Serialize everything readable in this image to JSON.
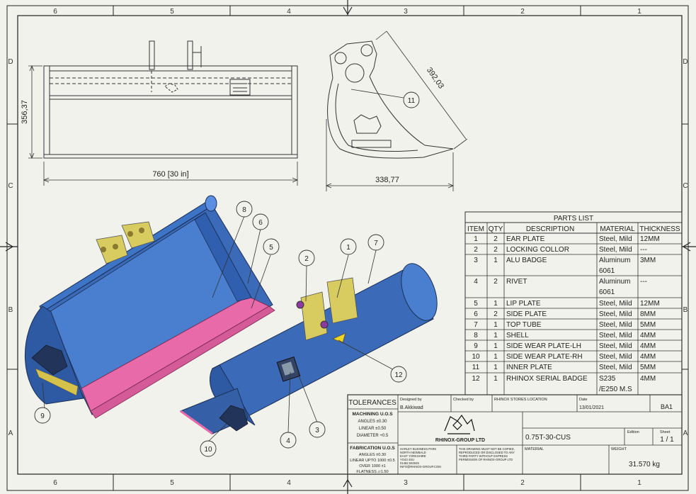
{
  "zones": {
    "cols": [
      "6",
      "5",
      "4",
      "3",
      "2",
      "1"
    ],
    "rows": [
      "D",
      "C",
      "B",
      "A"
    ]
  },
  "dimensions": {
    "height": "356,37",
    "width": "760 [30 in]",
    "radius": "392,03",
    "depth": "338,77"
  },
  "balloons": [
    "1",
    "2",
    "3",
    "4",
    "5",
    "6",
    "7",
    "8",
    "9",
    "10",
    "11",
    "12"
  ],
  "parts_list": {
    "title": "PARTS LIST",
    "headers": [
      "ITEM",
      "QTY",
      "DESCRIPTION",
      "MATERIAL",
      "THICKNESS"
    ],
    "rows": [
      {
        "item": "1",
        "qty": "2",
        "desc": "EAR PLATE",
        "mat": "Steel, Mild",
        "mat2": "",
        "thk": "12MM"
      },
      {
        "item": "2",
        "qty": "2",
        "desc": "LOCKING COLLOR",
        "mat": "Steel, Mild",
        "mat2": "",
        "thk": "---"
      },
      {
        "item": "3",
        "qty": "1",
        "desc": "ALU BADGE",
        "mat": "Aluminum",
        "mat2": "6061",
        "thk": "3MM"
      },
      {
        "item": "4",
        "qty": "2",
        "desc": "RIVET",
        "mat": "Aluminum",
        "mat2": "6061",
        "thk": "---"
      },
      {
        "item": "5",
        "qty": "1",
        "desc": "LIP PLATE",
        "mat": "Steel, Mild",
        "mat2": "",
        "thk": "12MM"
      },
      {
        "item": "6",
        "qty": "2",
        "desc": "SIDE PLATE",
        "mat": "Steel, Mild",
        "mat2": "",
        "thk": "8MM"
      },
      {
        "item": "7",
        "qty": "1",
        "desc": "TOP TUBE",
        "mat": "Steel, Mild",
        "mat2": "",
        "thk": "5MM"
      },
      {
        "item": "8",
        "qty": "1",
        "desc": "SHELL",
        "mat": "Steel, Mild",
        "mat2": "",
        "thk": "4MM"
      },
      {
        "item": "9",
        "qty": "1",
        "desc": "SIDE WEAR PLATE-LH",
        "mat": "Steel, Mild",
        "mat2": "",
        "thk": "4MM"
      },
      {
        "item": "10",
        "qty": "1",
        "desc": "SIDE WEAR PLATE-RH",
        "mat": "Steel, Mild",
        "mat2": "",
        "thk": "4MM"
      },
      {
        "item": "11",
        "qty": "1",
        "desc": "INNER PLATE",
        "mat": "Steel, Mild",
        "mat2": "",
        "thk": "5MM"
      },
      {
        "item": "12",
        "qty": "1",
        "desc": "RHINOX SERIAL BADGE",
        "mat": "S235",
        "mat2": "/E250 M.S",
        "thk": "4MM"
      }
    ]
  },
  "title_block": {
    "tolerances": "TOLERANCES",
    "machining_title": "MACHINING U.O.S",
    "machining_lines": [
      "ANGLES ±0.30",
      "LINEAR ±0.50",
      "DIAMETER +0.5"
    ],
    "fabrication_title": "FABRICATION U.O.S",
    "fabrication_lines": [
      "ANGLES ±0.30",
      "LINEAR UPTO 1000 ±0.5",
      "OVER 1000 ±1",
      "FLATNESS ⏥1.50"
    ],
    "designed_by_label": "Designed by",
    "designed_by": "B.Akkiwad",
    "checked_by_label": "Checked by",
    "location": "RHINOX STORES LOCATION",
    "date_label": "Date",
    "date": "13/01/2021",
    "sheet_size": "BA1",
    "company": "RHINOX-GROUP LTD",
    "address_lines": [
      "HARLEY BUSINESS PARK",
      "NORTH NEWBALD",
      "EAST YORKSHIRE",
      "YO43 4SU",
      "01482 840045",
      "INFO@RHINOX-GROUP.COM"
    ],
    "notice_lines": [
      "THIS DRAWING MUST NOT BE COPIED,",
      "REPRODUCED OR DISCLOSED TO ANY",
      "THIRD PARTY WITHOUT EXPRESS",
      "PERMISSION OF RHINOX-GROUP LTD"
    ],
    "part_number": "0.75T-30-CUS",
    "edition_label": "Edition",
    "edition": "",
    "sheet_label": "Sheet",
    "sheet": "1 / 1",
    "material_label": "MATERIAL",
    "weight_label": "WEIGHT",
    "weight": "31.570 kg"
  }
}
